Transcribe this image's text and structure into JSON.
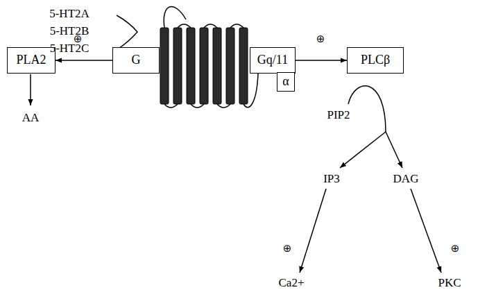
{
  "diagram": {
    "nodes": [
      {
        "text": [
          "PLA2"
        ]
      },
      {
        "text": [
          "G"
        ]
      },
      {
        "text": [
          "Gq/11"
        ]
      },
      {
        "text": [
          "α"
        ]
      },
      {
        "text": [
          "PLCβ"
        ]
      }
    ],
    "edges": [
      {
        "from": 1,
        "to": 0,
        "arrow": "to"
      },
      {
        "from": 2,
        "to": 4,
        "arrow": "to"
      }
    ],
    "labels": [
      "5-HT2A",
      "5-HT2B",
      "5-HT2C",
      "⊕",
      "AA",
      "⊕",
      "PIP2",
      "IP3",
      "DAG",
      "⊕",
      "Ca2+",
      "⊕",
      "PKC"
    ]
  }
}
